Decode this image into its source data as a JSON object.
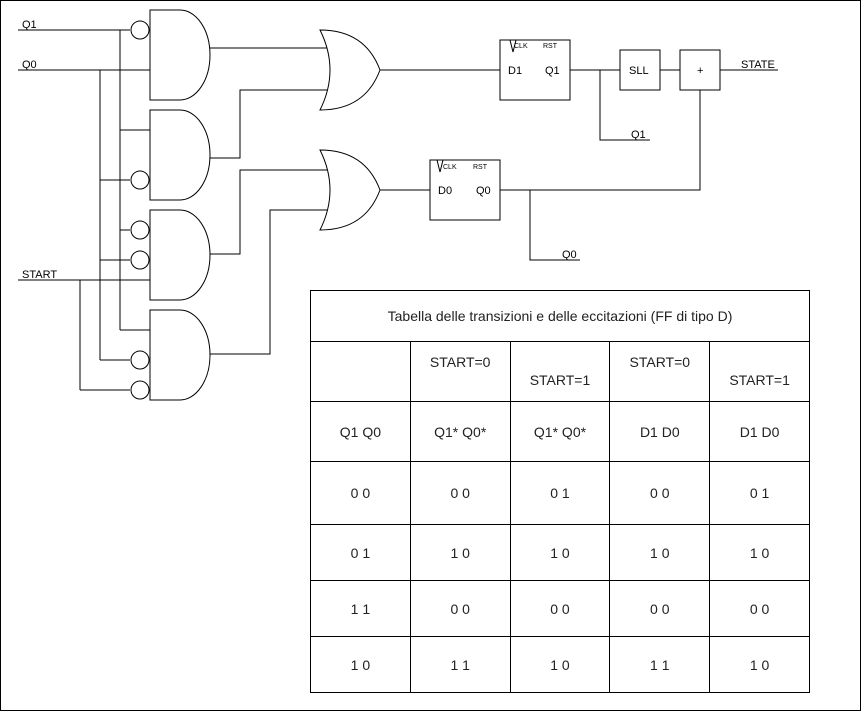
{
  "circuit": {
    "input_labels": {
      "q1": "Q1",
      "q0": "Q0",
      "start": "START"
    },
    "ff1": {
      "clk": "CLK",
      "rst": "RST",
      "d": "D1",
      "q": "Q1"
    },
    "ff0": {
      "clk": "CLK",
      "rst": "RST",
      "d": "D0",
      "q": "Q0"
    },
    "sll_label": "SLL",
    "plus_label": "+",
    "state_label": "STATE",
    "q1_out_label": "Q1",
    "q0_out_label": "Q0"
  },
  "table": {
    "title": "Tabella delle transizioni e delle eccitazioni (FF di tipo D)",
    "start_row": [
      "",
      "START=0",
      "START=1",
      "START=0",
      "START=1"
    ],
    "header_row": [
      "Q1 Q0",
      "Q1* Q0*",
      "Q1* Q0*",
      "D1 D0",
      "D1 D0"
    ],
    "rows": [
      [
        "0 0",
        "0 0",
        "0 1",
        "0 0",
        "0 1"
      ],
      [
        "0 1",
        "1 0",
        "1 0",
        "1 0",
        "1 0"
      ],
      [
        "1 1",
        "0 0",
        "0 0",
        "0 0",
        "0 0"
      ],
      [
        "1 0",
        "1 1",
        "1 0",
        "1 1",
        "1 0"
      ]
    ]
  }
}
